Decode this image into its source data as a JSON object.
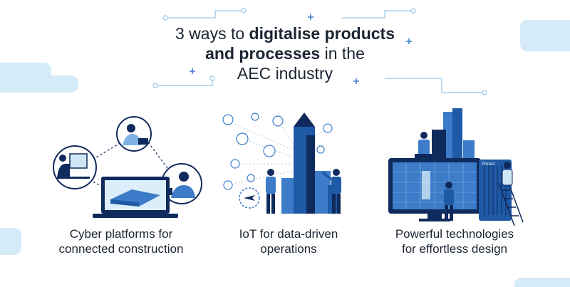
{
  "title": {
    "line1_plain": "3 ways to ",
    "line1_bold": "digitalise products",
    "line2_bold": "and processes",
    "line2_plain": " in the",
    "line3_plain": "AEC industry"
  },
  "sections": [
    {
      "caption_line1": "Cyber platforms for",
      "caption_line2": "connected construction"
    },
    {
      "caption_line1": "IoT for data-driven",
      "caption_line2": "operations"
    },
    {
      "caption_line1": "Powerful technologies",
      "caption_line2": "for effortless design"
    }
  ],
  "monitor_label": "ProAct",
  "colors": {
    "navy": "#0f2a5c",
    "blue": "#1f5aa6",
    "mid_blue": "#3d7cc9",
    "light_blue": "#cfe6f5",
    "pale_blue": "#e3f1fa",
    "dark_text": "#1b2533"
  }
}
